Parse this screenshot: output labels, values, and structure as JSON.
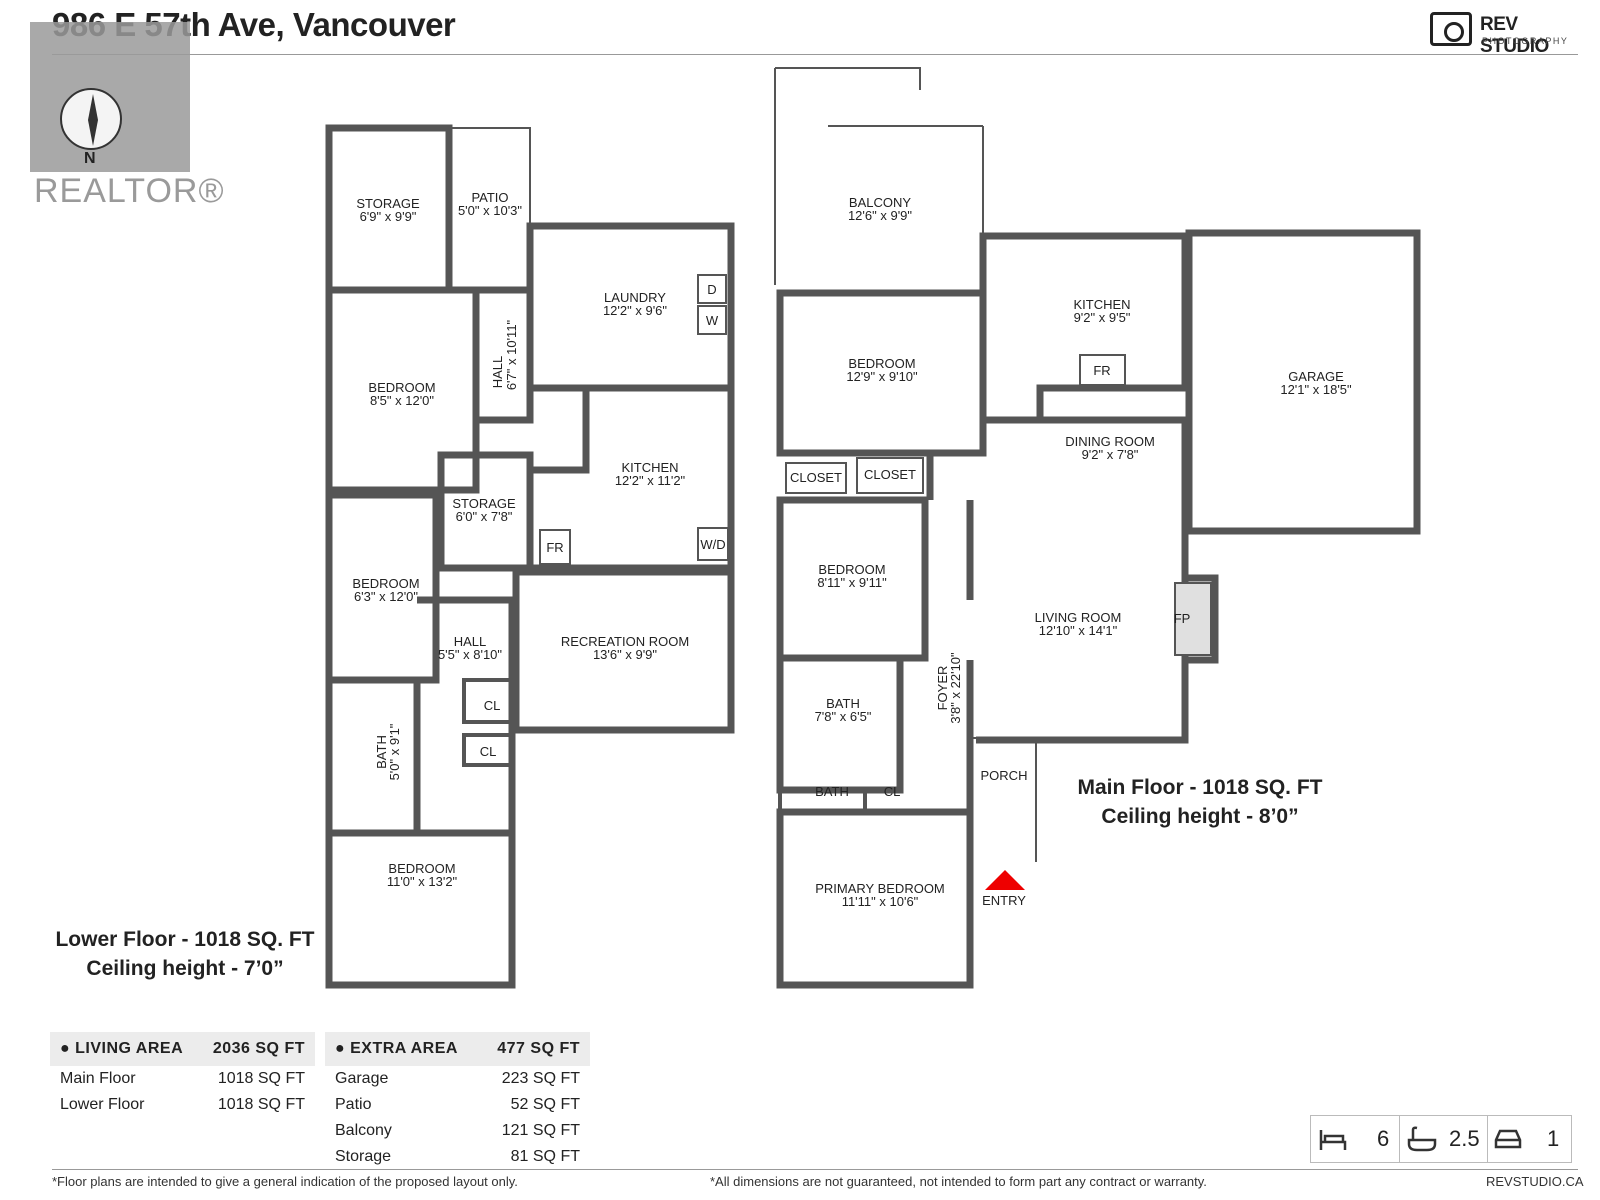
{
  "title": "986 E 57th Ave, Vancouver",
  "brand": {
    "name": "REV STUDIO",
    "sub": "PHOTOGRAPHY"
  },
  "watermark": {
    "text": "REALTOR®"
  },
  "compass": {
    "label": "N"
  },
  "lower_rooms": [
    {
      "name": "STORAGE",
      "dim": "6'9\" x 9'9\""
    },
    {
      "name": "PATIO",
      "dim": "5'0\" x 10'3\""
    },
    {
      "name": "LAUNDRY",
      "dim": "12'2\" x 9'6\""
    },
    {
      "name": "BEDROOM",
      "dim": "8'5\" x 12'0\""
    },
    {
      "name": "HALL",
      "dim": "6'7\" x 10'11\""
    },
    {
      "name": "STORAGE",
      "dim": "6'0\" x 7'8\""
    },
    {
      "name": "KITCHEN",
      "dim": "12'2\" x 11'2\""
    },
    {
      "name": "BEDROOM",
      "dim": "6'3\" x 12'0\""
    },
    {
      "name": "HALL",
      "dim": "5'5\" x 8'10\""
    },
    {
      "name": "RECREATION ROOM",
      "dim": "13'6\" x 9'9\""
    },
    {
      "name": "BATH",
      "dim": "5'0\" x 9'1\""
    },
    {
      "name": "BEDROOM",
      "dim": "11'0\" x 13'2\""
    }
  ],
  "lower_labels": [
    "D",
    "W",
    "FR",
    "W/D",
    "CL",
    "CL"
  ],
  "main_rooms": [
    {
      "name": "BALCONY",
      "dim": "12'6\" x 9'9\""
    },
    {
      "name": "KITCHEN",
      "dim": "9'2\" x 9'5\""
    },
    {
      "name": "BEDROOM",
      "dim": "12'9\" x 9'10\""
    },
    {
      "name": "GARAGE",
      "dim": "12'1\" x 18'5\""
    },
    {
      "name": "DINING ROOM",
      "dim": "9'2\" x 7'8\""
    },
    {
      "name": "BEDROOM",
      "dim": "8'11\" x 9'11\""
    },
    {
      "name": "LIVING ROOM",
      "dim": "12'10\" x 14'1\""
    },
    {
      "name": "BATH",
      "dim": "7'8\" x 6'5\""
    },
    {
      "name": "FOYER",
      "dim": "3'8\" x 22'10\""
    },
    {
      "name": "PRIMARY BEDROOM",
      "dim": "11'11\" x 10'6\""
    }
  ],
  "main_labels": [
    "FR",
    "CLOSET",
    "CLOSET",
    "FP",
    "BATH",
    "CL",
    "PORCH",
    "ENTRY"
  ],
  "main_floor": {
    "line1": "Main Floor - 1018 SQ. FT",
    "line2": "Ceiling height - 8’0”"
  },
  "lower_floor": {
    "line1": "Lower Floor - 1018 SQ. FT",
    "line2": "Ceiling height - 7’0”"
  },
  "living_area": {
    "header": "LIVING AREA",
    "total": "2036 SQ FT",
    "rows": [
      {
        "label": "Main Floor",
        "value": "1018 SQ FT"
      },
      {
        "label": "Lower Floor",
        "value": "1018 SQ FT"
      }
    ]
  },
  "extra_area": {
    "header": "EXTRA AREA",
    "total": "477 SQ FT",
    "rows": [
      {
        "label": "Garage",
        "value": "223 SQ FT"
      },
      {
        "label": "Patio",
        "value": "52 SQ FT"
      },
      {
        "label": "Balcony",
        "value": "121 SQ FT"
      },
      {
        "label": "Storage",
        "value": "81 SQ FT"
      }
    ]
  },
  "stats": {
    "beds": "6",
    "baths": "2.5",
    "parking": "1",
    "icons": [
      "bed-icon",
      "bathtub-icon",
      "car-icon"
    ]
  },
  "footer": {
    "left": "*Floor plans are intended to give a general indication of the proposed layout only.",
    "middle": "*All dimensions are not guaranteed, not intended to form part any contract or warranty.",
    "right": "REVSTUDIO.CA"
  }
}
